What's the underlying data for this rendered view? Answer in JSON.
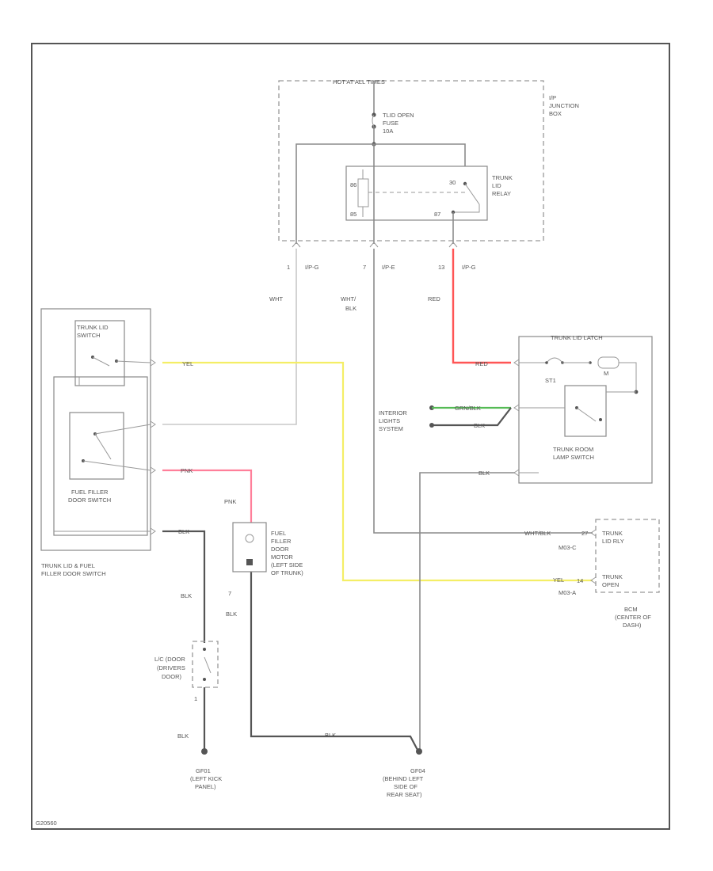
{
  "labels": {
    "hot_at_all_times": "HOT AT ALL TIMES",
    "junction_box": "I/P JUNCTION BOX",
    "fuse": "TLID OPEN FUSE 10A",
    "trunk_lid_relay": "TRUNK LID RELAY",
    "relay_pin_86": "86",
    "relay_pin_85": "85",
    "relay_pin_87": "87",
    "relay_pin_30": "30",
    "pin_left": "1",
    "conn_left": "I/P-G",
    "pin_mid": "7",
    "conn_mid": "I/P-E",
    "pin_right": "13",
    "conn_right": "I/P-G",
    "wire_wht_top": "WHT",
    "wire_wht_blk_top": "WHT/ BLK",
    "wire_red_top": "RED",
    "trunk_lid_switch_box": "TRUNK LID & FUEL FILLER DOOR SWITCH",
    "trunk_lid_switch": "TRUNK LID SWITCH",
    "fuel_filler_switch": "FUEL FILLER DOOR SWITCH",
    "wire_yel": "YEL",
    "wire_wht": "WHT",
    "wire_pnk": "PNK",
    "wire_blk_sw": "BLK",
    "fuel_door_motor": "FUEL FILLER DOOR MOTOR (LEFT SIDE OF TRUNK)",
    "wire_pnk_motor": "PNK",
    "motor_pin": "7",
    "wire_blk_motor": "BLK",
    "interior_lights": "INTERIOR LIGHTS SYSTEM",
    "wire_grn": "GRN/BLK",
    "wire_blk_int": "BLK",
    "trunk_lid_latch": "TRUNK LID LATCH",
    "trunk_room_lamp_switch": "TRUNK ROOM LAMP SWITCH",
    "wire_red_latch": "RED",
    "wire_blk_latch": "BLK",
    "wire_wht_blk_bcm": "WHT/BLK",
    "pin_bcm_1": "27",
    "pin_bcm_2": "14",
    "wire_yel_bcm": "YEL",
    "bcm_conn_1": "M03-C",
    "bcm_conn_2": "M03-A",
    "bcm_trunk_lid_rly": "TRUNK LID RLY",
    "bcm_trunk_open": "TRUNK OPEN",
    "bcm": "BCM (CENTER OF DASH)",
    "wire_blk_left": "BLK",
    "door_switch": "L/C (DOOR (DRIVERS DOOR))",
    "wire_blk_ground": "BLK",
    "ground_left": "GF01 (LEFT KICK PANEL)",
    "wire_blk_bottom": "BLK",
    "ground_right": "GF04 (BEHIND LEFT SIDE OF REAR SEAT)",
    "diagram_id": "G20560"
  },
  "colors": {
    "frame": "#555555",
    "wire_white": "#c8c8c8",
    "wire_gray": "#8c8c8c",
    "wire_red": "#ff5555",
    "wire_yellow": "#f4ee66",
    "wire_pink": "#ff7f9a",
    "wire_black": "#555555",
    "wire_green": "#55bb55"
  }
}
